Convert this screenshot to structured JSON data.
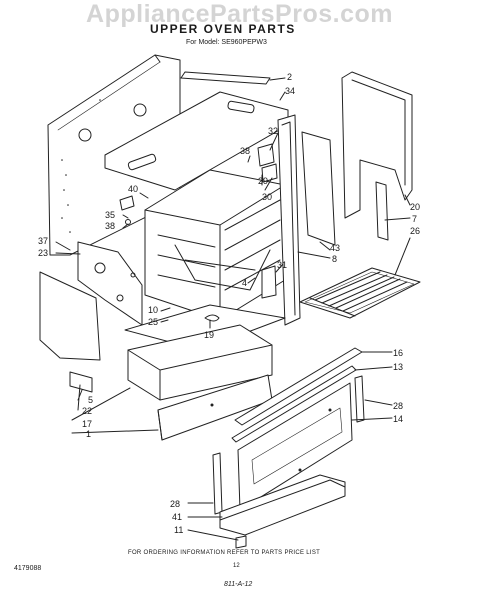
{
  "watermark": "AppliancePartsPros.com",
  "title": "UPPER OVEN PARTS",
  "model_line": "For Model: SE960PEPW3",
  "callouts": {
    "c2": "2",
    "c34": "34",
    "c32": "32",
    "c38a": "38",
    "c29": "29",
    "c40": "40",
    "c30": "30",
    "c35": "35",
    "c38b": "38",
    "c37": "37",
    "c23": "23",
    "c43": "43",
    "c8": "8",
    "c31": "31",
    "c4": "4",
    "c10": "10",
    "c25": "25",
    "c19": "19",
    "c20": "20",
    "c7": "7",
    "c26": "26",
    "c16": "16",
    "c13": "13",
    "c5": "5",
    "c22": "22",
    "c17": "17",
    "c1": "1",
    "c28a": "28",
    "c14": "14",
    "c28b": "28",
    "c41": "41",
    "c11": "11"
  },
  "footer_note": "FOR ORDERING INFORMATION REFER TO PARTS PRICE LIST",
  "page_number": "12",
  "doc_number": "4179088",
  "date_code": "811-A-12"
}
